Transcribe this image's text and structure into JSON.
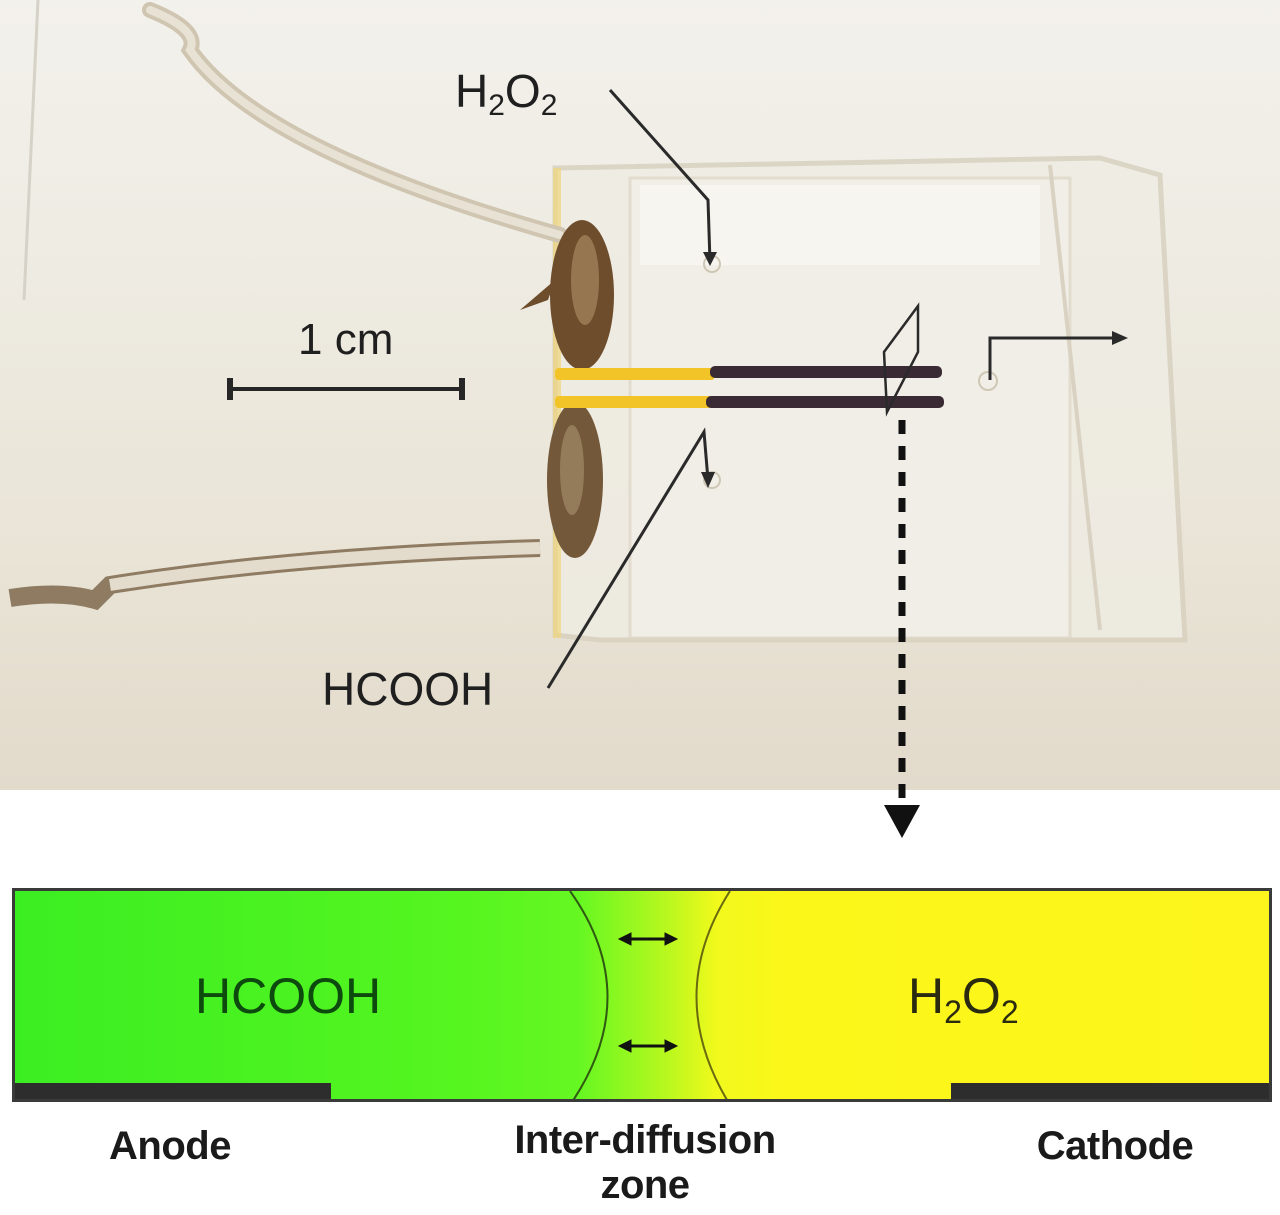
{
  "photo": {
    "scale_bar": {
      "label": "1 cm"
    },
    "labels": {
      "top_inlet": {
        "main": "H",
        "sub1": "2",
        "mid": "O",
        "sub2": "2"
      },
      "bottom_inlet": "HCOOH"
    },
    "colors": {
      "background": "#ece8de",
      "gold_lead": "#f2c428",
      "electrode": "#3a2a34",
      "wire": "#d9d0bf",
      "clip": "#7a5a36"
    }
  },
  "schematic": {
    "left_fluid": "HCOOH",
    "right_fluid": {
      "main": "H",
      "sub1": "2",
      "mid": "O",
      "sub2": "2"
    },
    "captions": {
      "anode": "Anode",
      "zone_line1": "Inter-diffusion",
      "zone_line2": "zone",
      "cathode": "Cathode"
    },
    "colors": {
      "green": "#55f520",
      "yellow": "#fdf51c",
      "electrode": "#2d2d2d"
    }
  }
}
